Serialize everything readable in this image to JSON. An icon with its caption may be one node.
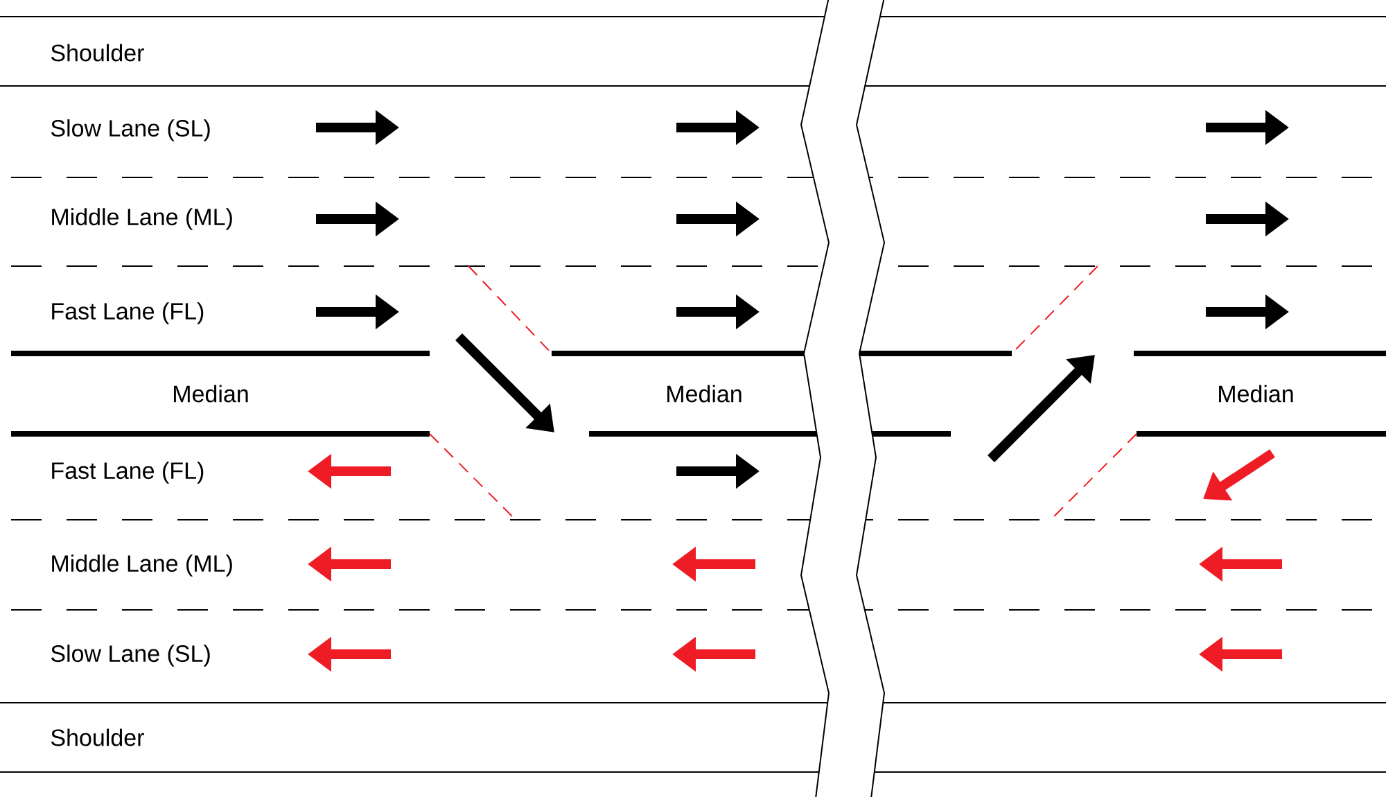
{
  "diagram": {
    "labels": [
      "Shoulder",
      "Slow Lane (SL)",
      "Middle Lane (ML)",
      "Fast Lane (FL)",
      "Median",
      "Median",
      "Median",
      "Fast Lane (FL)",
      "Middle Lane (ML)",
      "Slow Lane (SL)",
      "Shoulder"
    ]
  }
}
